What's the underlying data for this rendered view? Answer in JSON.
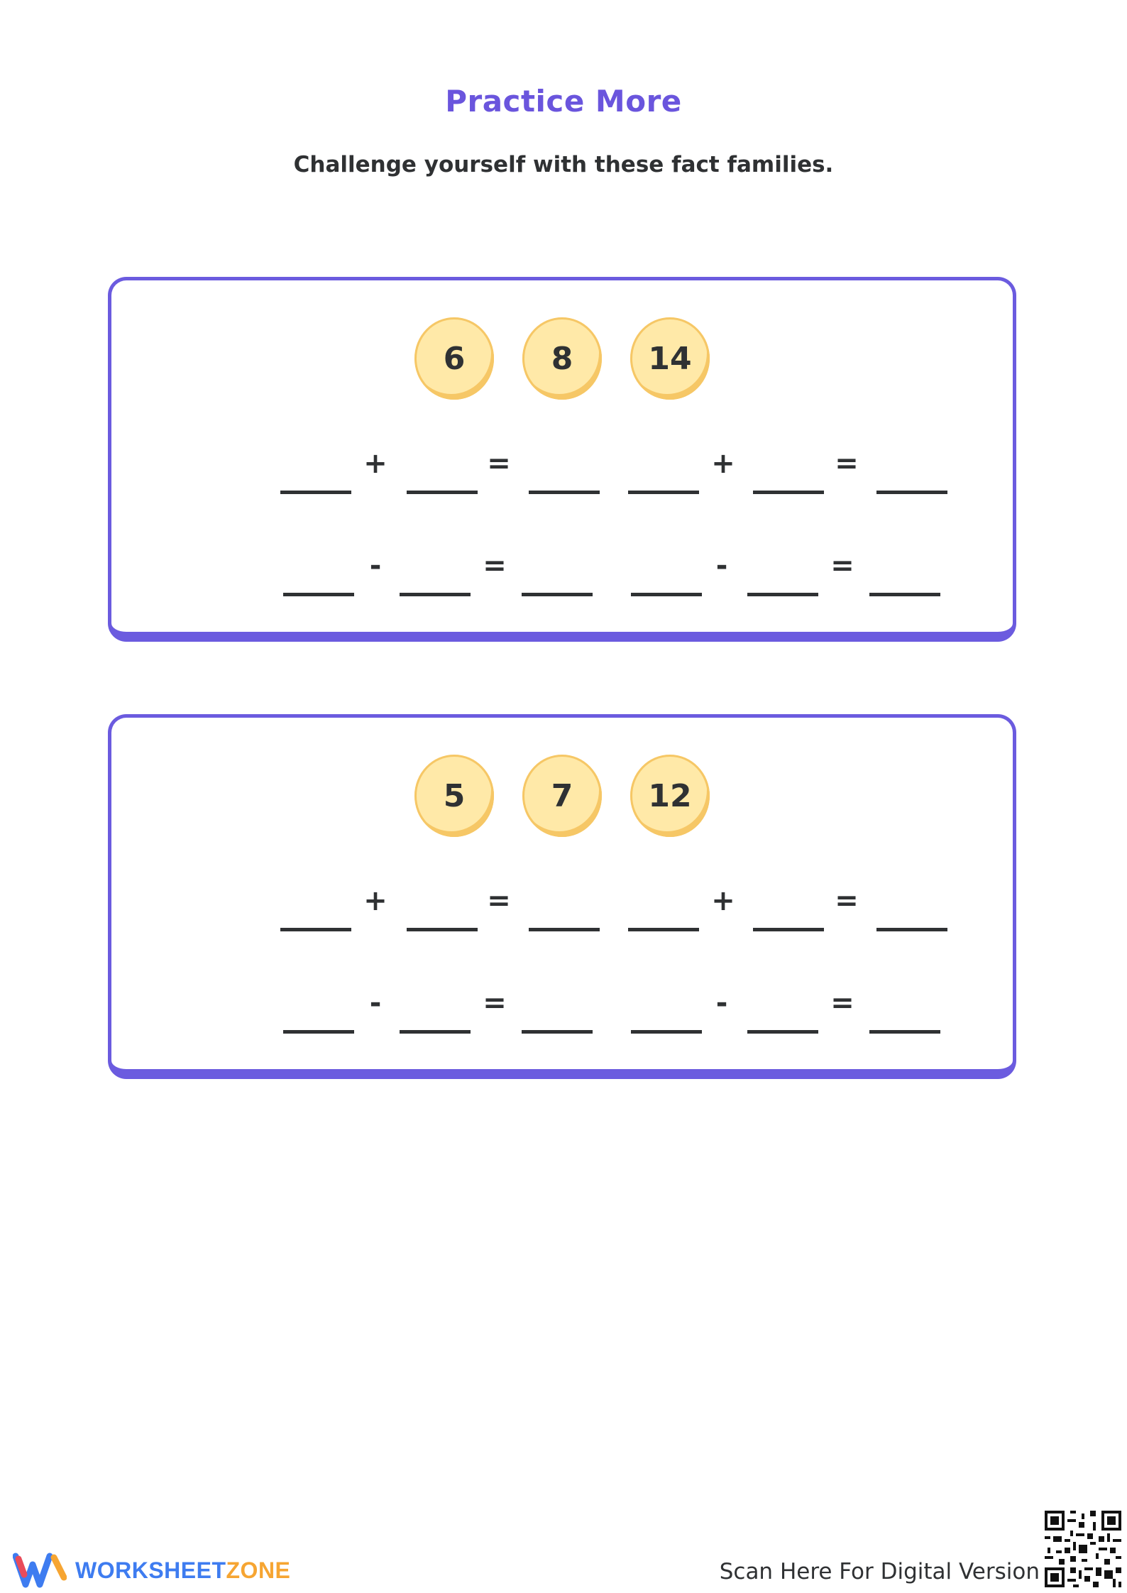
{
  "header": {
    "title": "Practice More",
    "subtitle": "Challenge yourself with these fact families."
  },
  "cards": [
    {
      "numbers": [
        "6",
        "8",
        "14"
      ],
      "plus": "+",
      "minus": "-",
      "equals": "="
    },
    {
      "numbers": [
        "5",
        "7",
        "12"
      ],
      "plus": "+",
      "minus": "-",
      "equals": "="
    }
  ],
  "footer": {
    "brand_part1": "WORKSHEET",
    "brand_part2": "ZONE",
    "scan_text": "Scan Here For Digital Version"
  },
  "colors": {
    "accent": "#6b5bdf",
    "circle_fill": "#ffe9a8",
    "circle_border": "#f6c766",
    "brand_blue": "#3e7cf0",
    "brand_orange": "#f6a532"
  }
}
